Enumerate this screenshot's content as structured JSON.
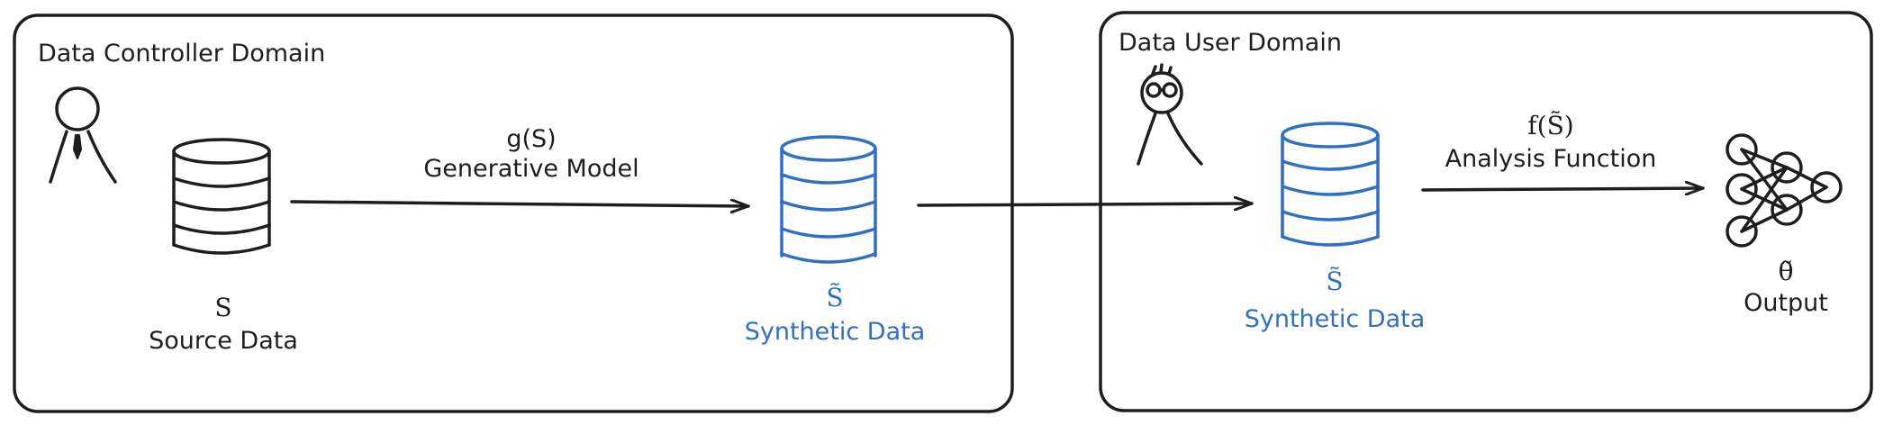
{
  "domains": {
    "controller": {
      "title": "Data Controller Domain"
    },
    "user": {
      "title": "Data User Domain"
    }
  },
  "nodes": {
    "source": {
      "symbol": "S",
      "label": "Source Data"
    },
    "synthetic_controller": {
      "symbol": "S̃",
      "label": "Synthetic Data"
    },
    "synthetic_user": {
      "symbol": "S̃",
      "label": "Synthetic Data"
    },
    "output": {
      "symbol": "θ̃",
      "label": "Output"
    }
  },
  "edges": {
    "generative": {
      "formula": "g(S)",
      "label": "Generative Model"
    },
    "analysis": {
      "formula": "f(S̃)",
      "label": "Analysis Function"
    }
  },
  "colors": {
    "ink": "#1e1e1e",
    "synthetic": "#2f6fc4"
  },
  "icons": [
    "person-icon",
    "person-with-glasses-icon",
    "database-icon",
    "neural-network-icon"
  ]
}
